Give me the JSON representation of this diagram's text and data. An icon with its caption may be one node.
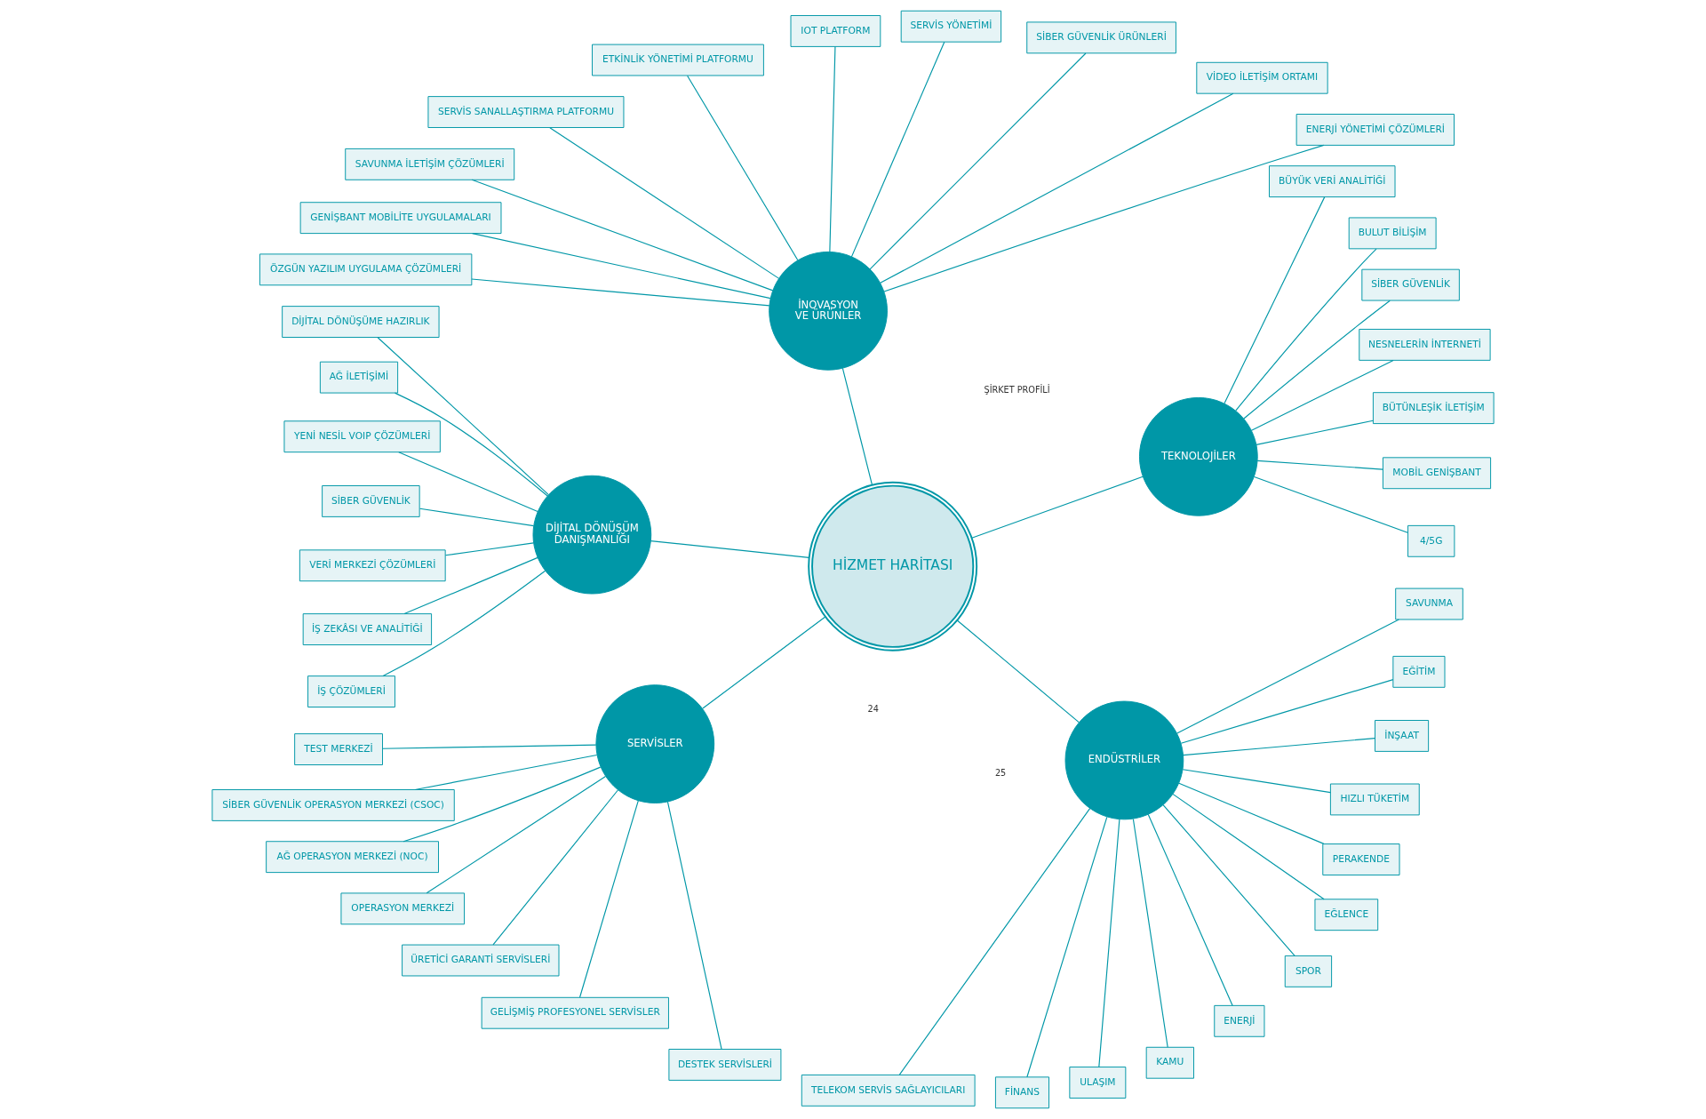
{
  "diagram": {
    "nodes": [
      {
        "text": [
          "HİZMET HARİTASI"
        ]
      },
      {
        "text": [
          "TEKNOLOJİLER"
        ]
      },
      {
        "text": [
          "4/5G"
        ]
      },
      {
        "text": [
          "MOBİL GENİŞBANT"
        ]
      },
      {
        "text": [
          "BÜTÜNLEŞİK İLETİŞİM"
        ]
      },
      {
        "text": [
          "NESNELERİN İNTERNETİ"
        ]
      },
      {
        "text": [
          "SİBER GÜVENLİK"
        ]
      },
      {
        "text": [
          "BULUT BİLİŞİM"
        ]
      },
      {
        "text": [
          "BÜYÜK VERİ ANALİTİĞİ"
        ]
      },
      {
        "text": [
          "İNOVASYON VE ÜRÜNLER"
        ]
      },
      {
        "text": [
          "ENERJİ YÖNETİMİ ÇÖZÜMLERİ"
        ]
      },
      {
        "text": [
          "VİDEO İLETİŞİM ORTAMI"
        ]
      },
      {
        "text": [
          "SİBER GÜVENLİK ÜRÜNLERİ"
        ]
      },
      {
        "text": [
          "SERVİS YÖNETİMİ"
        ]
      },
      {
        "text": [
          "IOT PLATFORM"
        ]
      },
      {
        "text": [
          "ETKİNLİK YÖNETİMİ PLATFORMU"
        ]
      },
      {
        "text": [
          "SERVİS SANALLAŞTIRMA PLATFORMU"
        ]
      },
      {
        "text": [
          "SAVUNMA İLETİŞİM ÇÖZÜMLERİ"
        ]
      },
      {
        "text": [
          "GENİŞBANT MOBİLİTE UYGULAMALARI"
        ]
      },
      {
        "text": [
          "ÖZGÜN YAZILIM UYGULAMA ÇÖZÜMLERİ"
        ]
      },
      {
        "text": [
          "DİJİTAL DÖNÜŞÜM DANIŞMANLIĞI"
        ]
      },
      {
        "text": [
          "DİJİTAL DÖNÜŞÜME HAZIRLIK"
        ]
      },
      {
        "text": [
          "AĞ İLETİŞİMİ"
        ]
      },
      {
        "text": [
          "YENİ NESİL VOIP ÇÖZÜMLERİ"
        ]
      },
      {
        "text": [
          "SİBER GÜVENLİK"
        ]
      },
      {
        "text": [
          "VERİ MERKEZİ ÇÖZÜMLERİ"
        ]
      },
      {
        "text": [
          "İŞ ZEKÂSI VE ANALİTİĞİ"
        ]
      },
      {
        "text": [
          "İŞ ÇÖZÜMLERİ"
        ]
      },
      {
        "text": [
          "SERVİSLER"
        ]
      },
      {
        "text": [
          "TEST MERKEZİ"
        ]
      },
      {
        "text": [
          "SİBER GÜVENLİK OPERASYON MERKEZİ (CSOC)"
        ]
      },
      {
        "text": [
          "AĞ OPERASYON MERKEZİ (NOC)"
        ]
      },
      {
        "text": [
          "OPERASYON MERKEZİ"
        ]
      },
      {
        "text": [
          "ÜRETİCİ GARANTİ SERVİSLERİ"
        ]
      },
      {
        "text": [
          "GELİŞMİŞ PROFESYONEL SERVİSLER"
        ]
      },
      {
        "text": [
          "DESTEK SERVİSLERİ"
        ]
      },
      {
        "text": [
          "ENDÜSTRİLER"
        ]
      },
      {
        "text": [
          "TELEKOM SERVİS SAĞLAYICILARI"
        ]
      },
      {
        "text": [
          "FİNANS"
        ]
      },
      {
        "text": [
          "ULAŞIM"
        ]
      },
      {
        "text": [
          "KAMU"
        ]
      },
      {
        "text": [
          "ENERJİ"
        ]
      },
      {
        "text": [
          "SPOR"
        ]
      },
      {
        "text": [
          "EĞLENCE"
        ]
      },
      {
        "text": [
          "PERAKENDE"
        ]
      },
      {
        "text": [
          "HIZLI TÜKETİM"
        ]
      },
      {
        "text": [
          "İNŞAAT"
        ]
      },
      {
        "text": [
          "EĞİTİM"
        ]
      },
      {
        "text": [
          "SAVUNMA"
        ]
      }
    ],
    "edges": [
      {
        "from": 0,
        "to": 1,
        "arrow": "none"
      },
      {
        "from": 0,
        "to": 9,
        "arrow": "none"
      },
      {
        "from": 0,
        "to": 36,
        "arrow": "none"
      },
      {
        "from": 0,
        "to": 28,
        "arrow": "none"
      },
      {
        "from": 0,
        "to": 20,
        "arrow": "none"
      },
      {
        "from": 1,
        "to": 2,
        "arrow": "none"
      },
      {
        "from": 1,
        "to": 3,
        "arrow": "none"
      },
      {
        "from": 1,
        "to": 4,
        "arrow": "none"
      },
      {
        "from": 1,
        "to": 5,
        "arrow": "none"
      },
      {
        "from": 1,
        "to": 6,
        "arrow": "none"
      },
      {
        "from": 1,
        "to": 7,
        "arrow": "none"
      },
      {
        "from": 1,
        "to": 8,
        "arrow": "none"
      },
      {
        "from": 9,
        "to": 10,
        "arrow": "none"
      },
      {
        "from": 9,
        "to": 11,
        "arrow": "none"
      },
      {
        "from": 9,
        "to": 12,
        "arrow": "none"
      },
      {
        "from": 9,
        "to": 13,
        "arrow": "none"
      },
      {
        "from": 9,
        "to": 14,
        "arrow": "none"
      },
      {
        "from": 9,
        "to": 15,
        "arrow": "none"
      },
      {
        "from": 9,
        "to": 16,
        "arrow": "none"
      },
      {
        "from": 9,
        "to": 17,
        "arrow": "none"
      },
      {
        "from": 9,
        "to": 18,
        "arrow": "none"
      },
      {
        "from": 9,
        "to": 19,
        "arrow": "none"
      },
      {
        "from": 36,
        "to": 37,
        "arrow": "none"
      },
      {
        "from": 36,
        "to": 38,
        "arrow": "none"
      },
      {
        "from": 36,
        "to": 39,
        "arrow": "none"
      },
      {
        "from": 36,
        "to": 40,
        "arrow": "none"
      },
      {
        "from": 36,
        "to": 41,
        "arrow": "none"
      },
      {
        "from": 36,
        "to": 42,
        "arrow": "none"
      },
      {
        "from": 36,
        "to": 43,
        "arrow": "none"
      },
      {
        "from": 36,
        "to": 44,
        "arrow": "none"
      },
      {
        "from": 36,
        "to": 45,
        "arrow": "none"
      },
      {
        "from": 36,
        "to": 46,
        "arrow": "none"
      },
      {
        "from": 36,
        "to": 47,
        "arrow": "none"
      },
      {
        "from": 36,
        "to": 48,
        "arrow": "none"
      },
      {
        "from": 28,
        "to": 29,
        "arrow": "none"
      },
      {
        "from": 28,
        "to": 30,
        "arrow": "none"
      },
      {
        "from": 28,
        "to": 31,
        "arrow": "none"
      },
      {
        "from": 28,
        "to": 32,
        "arrow": "none"
      },
      {
        "from": 28,
        "to": 33,
        "arrow": "none"
      },
      {
        "from": 28,
        "to": 34,
        "arrow": "none"
      },
      {
        "from": 28,
        "to": 35,
        "arrow": "none"
      },
      {
        "from": 20,
        "to": 21,
        "arrow": "none"
      },
      {
        "from": 20,
        "to": 22,
        "arrow": "none"
      },
      {
        "from": 20,
        "to": 23,
        "arrow": "none"
      },
      {
        "from": 20,
        "to": 24,
        "arrow": "none"
      },
      {
        "from": 20,
        "to": 25,
        "arrow": "none"
      },
      {
        "from": 20,
        "to": 26,
        "arrow": "none"
      },
      {
        "from": 20,
        "to": 27,
        "arrow": "none"
      }
    ],
    "labels": [
      "ŞİRKET PROFİLİ",
      "24",
      "25"
    ]
  }
}
